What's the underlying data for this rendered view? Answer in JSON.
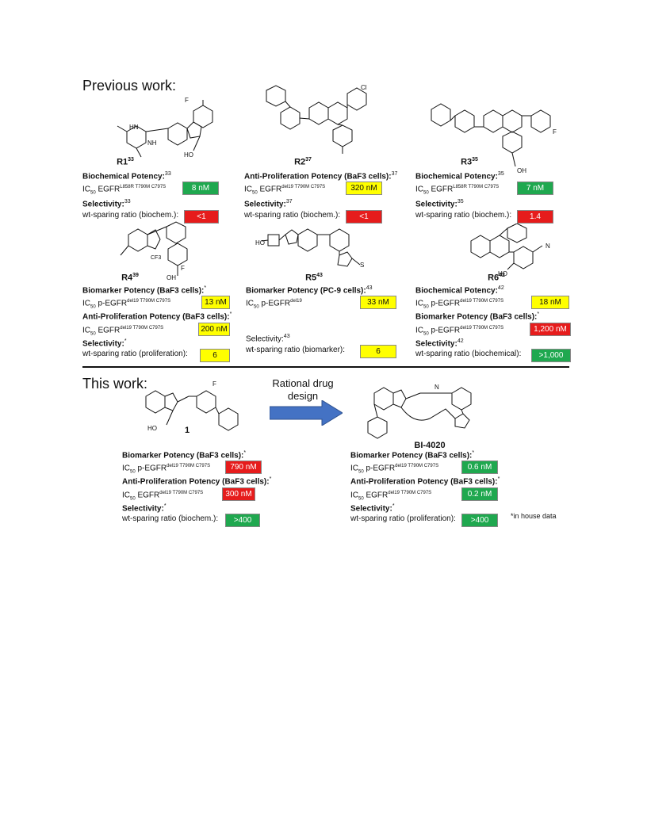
{
  "sections": {
    "previous": "Previous work:",
    "this": "This work:"
  },
  "arrow_text": "Rational drug design",
  "footnote": "*in house data",
  "compounds": {
    "R1": {
      "label": "R1",
      "ref": "33"
    },
    "R2": {
      "label": "R2",
      "ref": "37"
    },
    "R3": {
      "label": "R3",
      "ref": "35"
    },
    "R4": {
      "label": "R4",
      "ref": "39"
    },
    "R5": {
      "label": "R5",
      "ref": "43"
    },
    "R6": {
      "label": "R6",
      "ref": "42"
    },
    "c1": {
      "label": "1"
    },
    "bi": {
      "label": "BI-4020"
    }
  },
  "blocks": {
    "r1": {
      "h1": "Biochemical Potency:",
      "h1_ref": "33",
      "r1_main": "IC",
      "r1_sub": "50",
      "r1_mid": " EGFR",
      "r1_sup": "L858R T790M C797S",
      "v1": "8 nM",
      "c1": "green",
      "h2": "Selectivity:",
      "h2_ref": "33",
      "r2_main": "wt-sparing ratio (biochem.):",
      "v2": "<1",
      "c2": "red"
    },
    "r2": {
      "h1": "Anti-Proliferation Potency (BaF3 cells):",
      "h1_ref": "37",
      "r1_main": "IC",
      "r1_sub": "50",
      "r1_mid": " EGFR",
      "r1_sup": "del19 T790M C797S",
      "v1": "320 nM",
      "c1": "yellow",
      "h2": "Selectivity:",
      "h2_ref": "37",
      "r2_main": "wt-sparing ratio (biochem.):",
      "v2": "<1",
      "c2": "red"
    },
    "r3": {
      "h1": "Biochemical Potency:",
      "h1_ref": "35",
      "r1_main": "IC",
      "r1_sub": "50",
      "r1_mid": " EGFR",
      "r1_sup": "L858R T790M C797S",
      "v1": "7 nM",
      "c1": "green",
      "h2": "Selectivity:",
      "h2_ref": "35",
      "r2_main": "wt-sparing ratio (biochem.):",
      "v2": "1.4",
      "c2": "red"
    },
    "r4": {
      "h1": "Biomarker Potency (BaF3 cells):",
      "h1_ref": "*",
      "r1_main": "IC",
      "r1_sub": "50",
      "r1_mid": " p-EGFR",
      "r1_sup": "del19 T790M C797S",
      "v1": "13 nM",
      "c1": "yellow",
      "h2": "Anti-Proliferation Potency (BaF3 cells):",
      "h2_ref": "*",
      "r2_main": "IC",
      "r2_sub": "50",
      "r2_mid": " EGFR",
      "r2_sup": "del19 T790M C797S",
      "v2": "200 nM",
      "c2": "yellow",
      "h3": "Selectivity:",
      "h3_ref": "*",
      "r3_main": "wt-sparing ratio (proliferation):",
      "v3": "6",
      "c3": "yellow"
    },
    "r5": {
      "h1": "Biomarker Potency (PC-9 cells):",
      "h1_ref": "43",
      "r1_main": "IC",
      "r1_sub": "50",
      "r1_mid": " p-EGFR",
      "r1_sup": "del19",
      "v1": "33 nM",
      "c1": "yellow",
      "h3": "Selectivity:",
      "h3_ref": "43",
      "r3_main": "wt-sparing ratio (biomarker):",
      "v3": "6",
      "c3": "yellow"
    },
    "r6": {
      "h1": "Biochemical Potency:",
      "h1_ref": "42",
      "r1_main": "IC",
      "r1_sub": "50",
      "r1_mid": " p-EGFR",
      "r1_sup": "del19 T790M C797S",
      "v1": "18 nM",
      "c1": "yellow",
      "h2": "Biomarker Potency (BaF3 cells):",
      "h2_ref": "*",
      "r2_main": "IC",
      "r2_sub": "50",
      "r2_mid": " p-EGFR",
      "r2_sup": "del19 T790M C797S",
      "v2": "1,200 nM",
      "c2": "red",
      "h3": "Selectivity:",
      "h3_ref": "42",
      "r3_main": "wt-sparing ratio (biochemical):",
      "v3": ">1,000",
      "c3": "green"
    },
    "c1": {
      "h1": "Biomarker Potency (BaF3 cells):",
      "h1_ref": "*",
      "r1_main": "IC",
      "r1_sub": "50",
      "r1_mid": " p-EGFR",
      "r1_sup": "del19 T790M C797S",
      "v1": "790 nM",
      "c1": "red",
      "h2": "Anti-Proliferation Potency (BaF3 cells):",
      "h2_ref": "*",
      "r2_main": "IC",
      "r2_sub": "50",
      "r2_mid": " EGFR",
      "r2_sup": "del19 T790M C797S",
      "v2": "300 nM",
      "c2": "red",
      "h3": "Selectivity:",
      "h3_ref": "*",
      "r3_main": "wt-sparing ratio (biochem.):",
      "v3": ">400",
      "c3": "green"
    },
    "bi": {
      "h1": "Biomarker Potency (BaF3 cells):",
      "h1_ref": "*",
      "r1_main": "IC",
      "r1_sub": "50",
      "r1_mid": " p-EGFR",
      "r1_sup": "del19 T790M C797S",
      "v1": "0.6 nM",
      "c1": "green",
      "h2": "Anti-Proliferation Potency (BaF3 cells):",
      "h2_ref": "*",
      "r2_main": "IC",
      "r2_sub": "50",
      "r2_mid": " EGFR",
      "r2_sup": "del19 T790M C797S",
      "v2": "0.2 nM",
      "c2": "green",
      "h3": "Selectivity:",
      "h3_ref": "*",
      "r3_main": "wt-sparing ratio (proliferation):",
      "v3": ">400",
      "c3": "green"
    }
  },
  "atoms": {
    "F": "F",
    "Cl": "Cl",
    "N": "N",
    "O": "O",
    "NH": "NH",
    "HN": "HN",
    "H": "H",
    "HO": "HO",
    "OH": "OH",
    "CF3": "CF3",
    "S": "S",
    "H2": "H"
  }
}
